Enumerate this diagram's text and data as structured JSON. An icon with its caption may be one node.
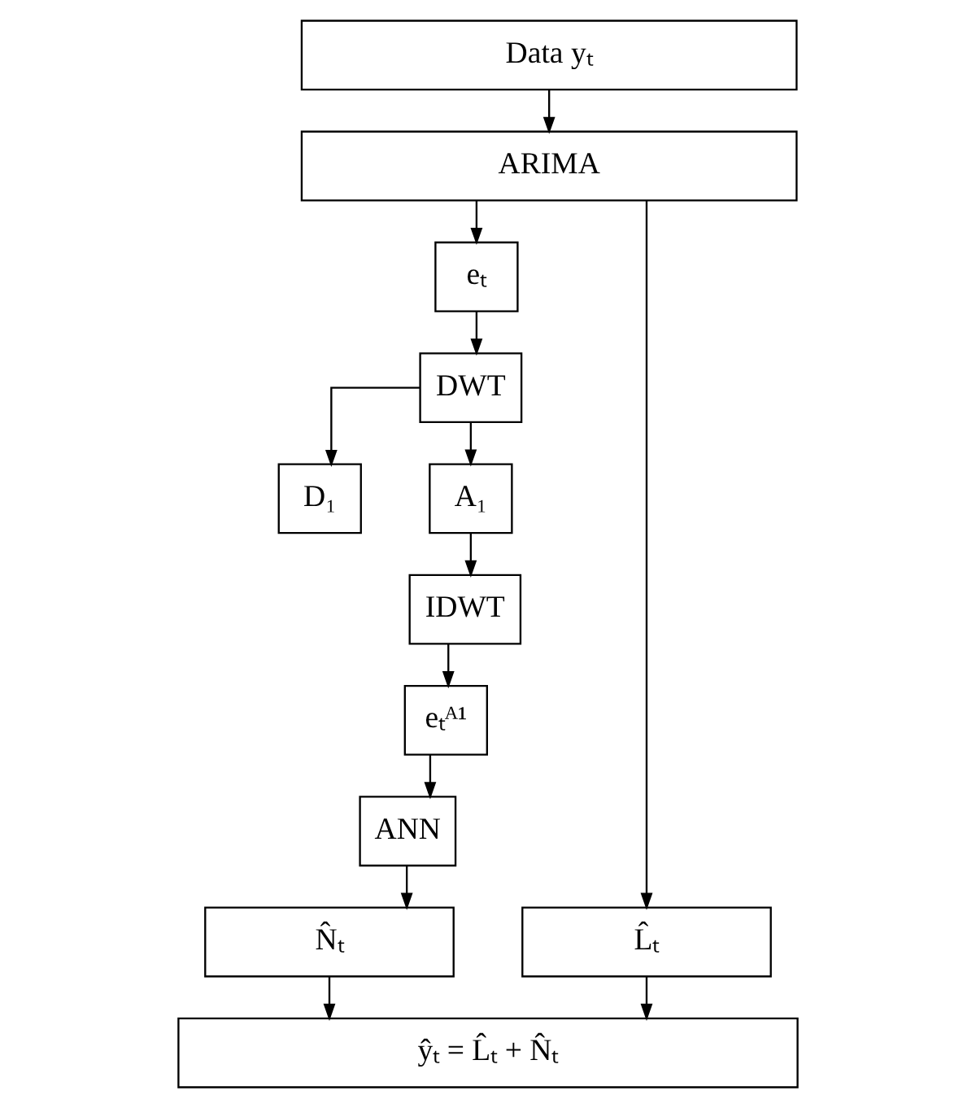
{
  "diagram": {
    "nodes": [
      {
        "text": [
          "Data yₜ"
        ]
      },
      {
        "text": [
          "ARIMA"
        ]
      },
      {
        "text": [
          "eₜ"
        ]
      },
      {
        "text": [
          "DWT"
        ]
      },
      {
        "text": [
          "D₁"
        ]
      },
      {
        "text": [
          "A₁"
        ]
      },
      {
        "text": [
          "IDWT"
        ]
      },
      {
        "text": [
          "eₜᴬ¹"
        ]
      },
      {
        "text": [
          "ANN"
        ]
      },
      {
        "text": [
          "N̂ₜ"
        ]
      },
      {
        "text": [
          "L̂ₜ"
        ]
      },
      {
        "text": [
          "ŷₜ = L̂ₜ + N̂ₜ"
        ]
      }
    ],
    "edges": [
      {
        "from": 0,
        "to": 1,
        "arrow": "to"
      },
      {
        "from": 1,
        "to": 2,
        "arrow": "to"
      },
      {
        "from": 1,
        "to": 10,
        "arrow": "to"
      },
      {
        "from": 2,
        "to": 3,
        "arrow": "to"
      },
      {
        "from": 3,
        "to": 4,
        "arrow": "to"
      },
      {
        "from": 3,
        "to": 5,
        "arrow": "to"
      },
      {
        "from": 5,
        "to": 6,
        "arrow": "to"
      },
      {
        "from": 6,
        "to": 7,
        "arrow": "to"
      },
      {
        "from": 7,
        "to": 8,
        "arrow": "to"
      },
      {
        "from": 8,
        "to": 9,
        "arrow": "to"
      },
      {
        "from": 9,
        "to": 11,
        "arrow": "to"
      },
      {
        "from": 10,
        "to": 11,
        "arrow": "to"
      }
    ]
  }
}
